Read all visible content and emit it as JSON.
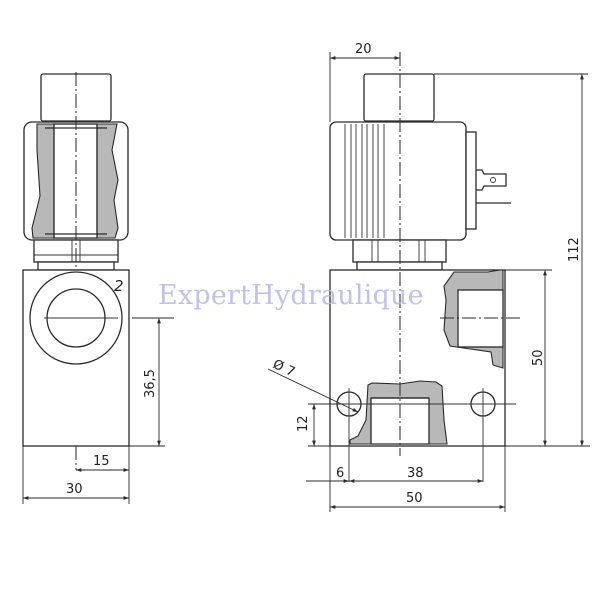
{
  "watermark": "ExpertHydraulique",
  "left_view": {
    "port_label": "2",
    "dimensions": {
      "height_port": "36,5",
      "half_width": "15",
      "width": "30"
    }
  },
  "right_view": {
    "dimensions": {
      "coil_offset": "20",
      "total_height": "112",
      "body_height": "50",
      "hole_diameter": "Ø 7",
      "hole_height": "12",
      "hole_offset": "6",
      "hole_spacing": "38",
      "body_width": "50"
    }
  },
  "colors": {
    "line": "#2a2a2a",
    "section_fill": "#b8b8b8",
    "watermark": "#b9b5ee"
  }
}
